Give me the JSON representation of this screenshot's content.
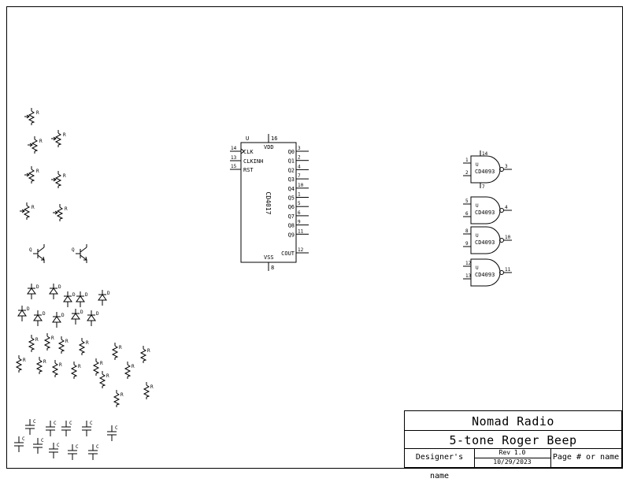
{
  "title_block": {
    "company": "Nomad Radio",
    "title": "5-tone Roger Beep",
    "designer": "Designer's name",
    "revision": "Rev 1.0",
    "date": "10/29/2023",
    "page": "Page # or name"
  },
  "ic_counter": {
    "ref": "U",
    "part": "CD4017",
    "vdd_label": "VDD",
    "vdd_pin": "16",
    "vss_label": "VSS",
    "vss_pin": "8",
    "inputs": [
      {
        "pin": "14",
        "name": "CLK"
      },
      {
        "pin": "13",
        "name": "CLKINH"
      },
      {
        "pin": "15",
        "name": "RST"
      }
    ],
    "outputs": [
      {
        "name": "Q0",
        "pin": "3"
      },
      {
        "name": "Q1",
        "pin": "2"
      },
      {
        "name": "Q2",
        "pin": "4"
      },
      {
        "name": "Q3",
        "pin": "7"
      },
      {
        "name": "Q4",
        "pin": "10"
      },
      {
        "name": "Q5",
        "pin": "1"
      },
      {
        "name": "Q6",
        "pin": "5"
      },
      {
        "name": "Q7",
        "pin": "6"
      },
      {
        "name": "Q8",
        "pin": "9"
      },
      {
        "name": "Q9",
        "pin": "11"
      },
      {
        "name": "COUT",
        "pin": "12"
      }
    ]
  },
  "nand_gates": [
    {
      "ref": "U",
      "part": "CD4093",
      "in1": "1",
      "in2": "2",
      "out": "3",
      "vdd": "14",
      "vss": "7"
    },
    {
      "ref": "U",
      "part": "CD4093",
      "in1": "5",
      "in2": "6",
      "out": "4"
    },
    {
      "ref": "U",
      "part": "CD4093",
      "in1": "8",
      "in2": "9",
      "out": "10"
    },
    {
      "ref": "U",
      "part": "CD4093",
      "in1": "12",
      "in2": "13",
      "out": "11"
    }
  ],
  "labels": {
    "resistor": "R",
    "diode": "D",
    "transistor": "Q",
    "capacitor": "C"
  }
}
